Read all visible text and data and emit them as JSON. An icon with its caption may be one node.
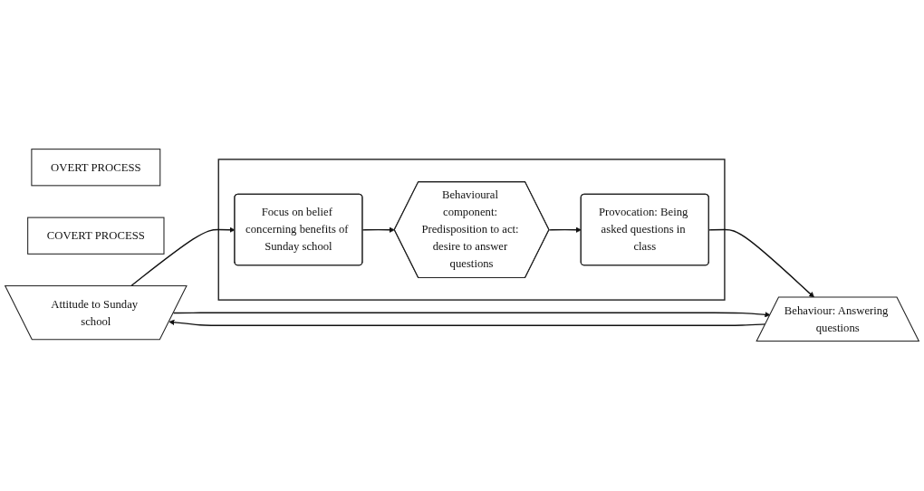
{
  "diagram": {
    "nodes": [
      {
        "text": [
          "OVERT PROCESS"
        ]
      },
      {
        "text": [
          "COVERT PROCESS"
        ]
      },
      {
        "text": [
          "Attitude to Sunday school"
        ]
      },
      {
        "text": [],
        "shape": "box"
      },
      {
        "text": [
          "Focus on belief concerning benefits of Sunday school"
        ],
        "in": 3
      },
      {
        "text": [
          "Behavioural component: Predisposition to act: desire to answer questions"
        ],
        "in": 3
      },
      {
        "text": [
          "Behaviour: Answering questions"
        ]
      },
      {
        "text": [
          "Provocation: Being asked questions in class"
        ],
        "in": 3
      }
    ],
    "edges": [
      {
        "from": 2,
        "to": 4,
        "arrow": "to"
      },
      {
        "from": 4,
        "to": 5,
        "arrow": "to"
      },
      {
        "from": 5,
        "to": 7,
        "arrow": "to"
      },
      {
        "from": 7,
        "to": 6,
        "arrow": "to"
      },
      {
        "from": 6,
        "to": 2,
        "arrow": "to"
      },
      {
        "from": 2,
        "to": 6,
        "arrow": "to"
      }
    ]
  }
}
